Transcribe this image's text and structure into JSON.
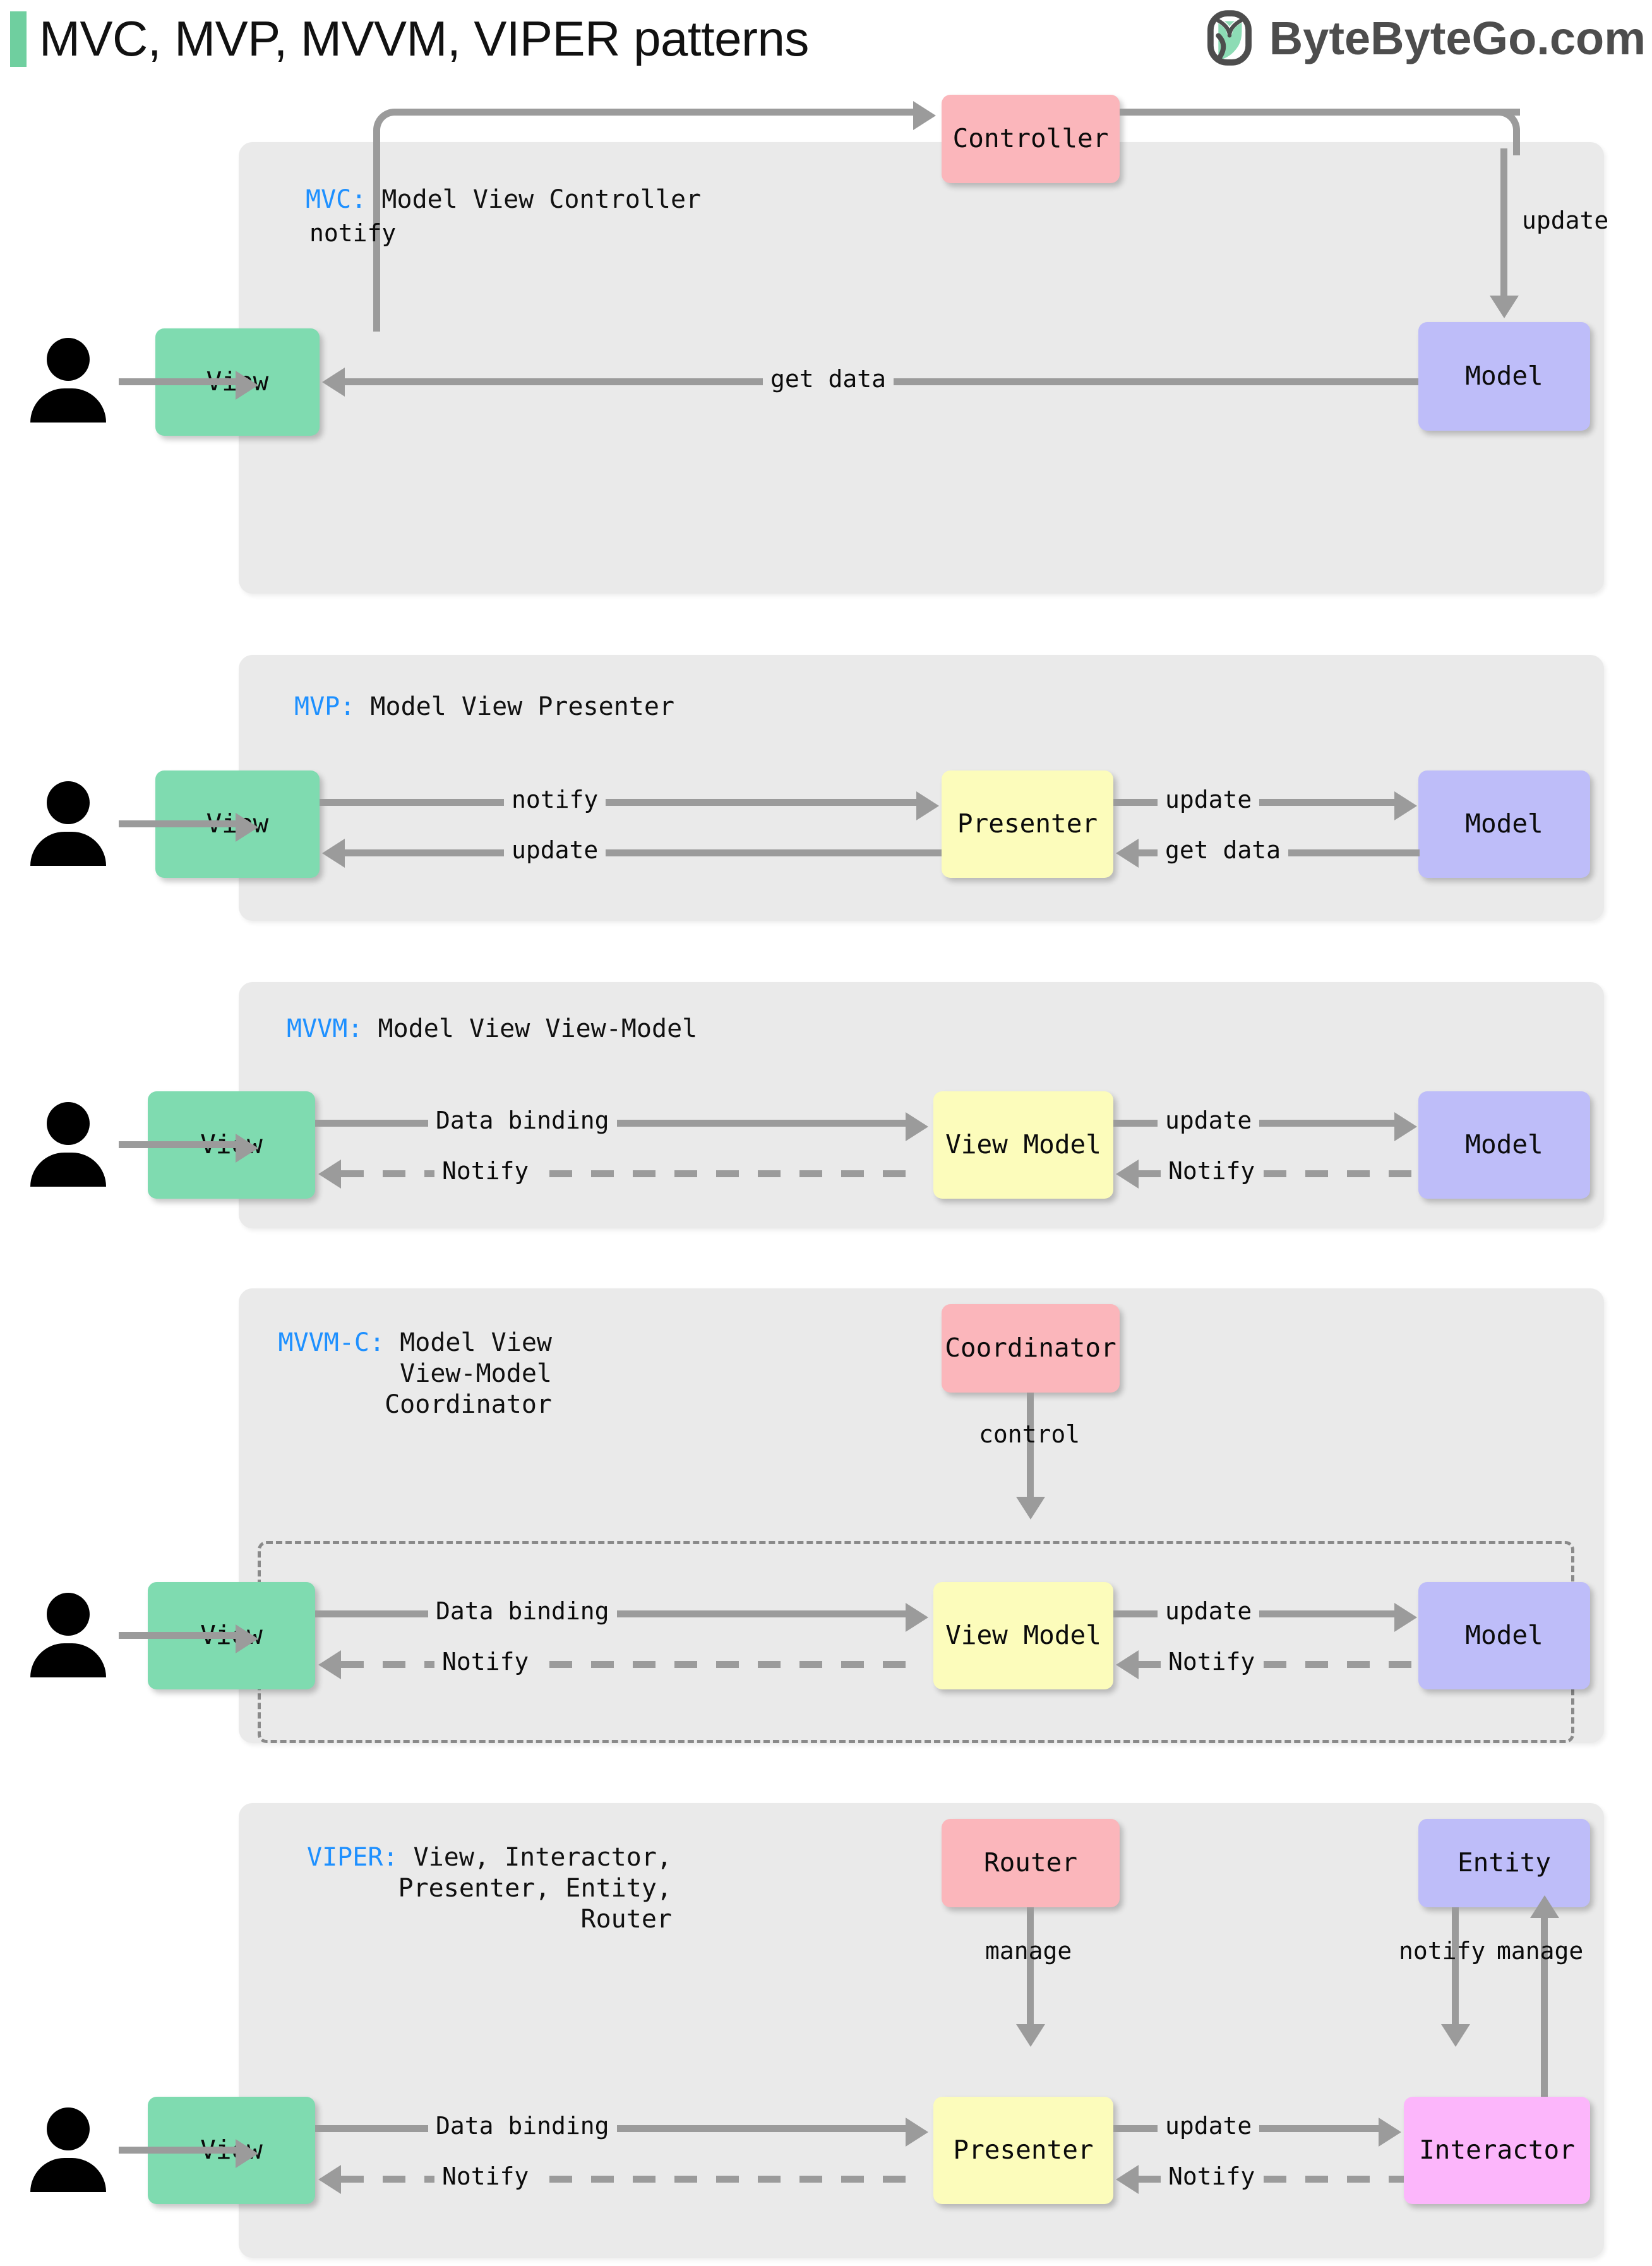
{
  "header": {
    "title": "MVC, MVP, MVVM, VIPER patterns",
    "brand_text": "ByteByteGo.com",
    "brand_logo_icon": "bytebytego-leaf-logo-icon",
    "accent_color": "#6fcf9f"
  },
  "colors": {
    "panel_bg": "#eaeaea",
    "view": "#7fdbb0",
    "model": "#bebdf9",
    "controller": "#fbb6bb",
    "presenter": "#fcfcbb",
    "interactor": "#fcb6fb",
    "connector": "#9b9b9b",
    "key_text": "#1e90ff"
  },
  "sections": [
    {
      "id": "mvc",
      "key": "MVC:",
      "title": " Model View Controller",
      "actor_icon": "person-icon",
      "nodes": [
        {
          "name": "view",
          "label": "View"
        },
        {
          "name": "controller",
          "label": "Controller"
        },
        {
          "name": "model",
          "label": "Model"
        }
      ],
      "edges": [
        {
          "from": "view",
          "to": "controller",
          "label": "notify",
          "style": "solid"
        },
        {
          "from": "controller",
          "to": "model",
          "label": "update",
          "style": "solid"
        },
        {
          "from": "model",
          "to": "view",
          "label": "get data",
          "style": "solid"
        }
      ]
    },
    {
      "id": "mvp",
      "key": "MVP:",
      "title": " Model View Presenter",
      "actor_icon": "person-icon",
      "nodes": [
        {
          "name": "view",
          "label": "View"
        },
        {
          "name": "presenter",
          "label": "Presenter"
        },
        {
          "name": "model",
          "label": "Model"
        }
      ],
      "edges": [
        {
          "from": "view",
          "to": "presenter",
          "label": "notify",
          "style": "solid"
        },
        {
          "from": "presenter",
          "to": "model",
          "label": "update",
          "style": "solid"
        },
        {
          "from": "presenter",
          "to": "view",
          "label": "update",
          "style": "solid"
        },
        {
          "from": "model",
          "to": "presenter",
          "label": "get data",
          "style": "solid"
        }
      ]
    },
    {
      "id": "mvvm",
      "key": "MVVM:",
      "title": " Model View View-Model",
      "actor_icon": "person-icon",
      "nodes": [
        {
          "name": "view",
          "label": "View"
        },
        {
          "name": "viewmodel",
          "label": "View Model"
        },
        {
          "name": "model",
          "label": "Model"
        }
      ],
      "edges": [
        {
          "from": "view",
          "to": "viewmodel",
          "label": "Data binding",
          "style": "solid"
        },
        {
          "from": "viewmodel",
          "to": "model",
          "label": "update",
          "style": "solid"
        },
        {
          "from": "viewmodel",
          "to": "view",
          "label": "Notify",
          "style": "dashed"
        },
        {
          "from": "model",
          "to": "viewmodel",
          "label": "Notify",
          "style": "dashed"
        }
      ]
    },
    {
      "id": "mvvmc",
      "key": "MVVM-C:",
      "title": " Model View\nView-Model\nCoordinator",
      "actor_icon": "person-icon",
      "nodes": [
        {
          "name": "coordinator",
          "label": "Coordinator"
        },
        {
          "name": "view",
          "label": "View"
        },
        {
          "name": "viewmodel",
          "label": "View Model"
        },
        {
          "name": "model",
          "label": "Model"
        }
      ],
      "edges": [
        {
          "from": "coordinator",
          "to": "viewmodel",
          "label": "control",
          "style": "solid"
        },
        {
          "from": "view",
          "to": "viewmodel",
          "label": "Data binding",
          "style": "solid"
        },
        {
          "from": "viewmodel",
          "to": "model",
          "label": "update",
          "style": "solid"
        },
        {
          "from": "viewmodel",
          "to": "view",
          "label": "Notify",
          "style": "dashed"
        },
        {
          "from": "model",
          "to": "viewmodel",
          "label": "Notify",
          "style": "dashed"
        }
      ]
    },
    {
      "id": "viper",
      "key": "VIPER:",
      "title": " View, Interactor,\nPresenter, Entity,\nRouter",
      "actor_icon": "person-icon",
      "nodes": [
        {
          "name": "router",
          "label": "Router"
        },
        {
          "name": "entity",
          "label": "Entity"
        },
        {
          "name": "view",
          "label": "View"
        },
        {
          "name": "presenter",
          "label": "Presenter"
        },
        {
          "name": "interactor",
          "label": "Interactor"
        }
      ],
      "edges": [
        {
          "from": "router",
          "to": "presenter",
          "label": "manage",
          "style": "solid"
        },
        {
          "from": "entity",
          "to": "interactor",
          "label": "notify",
          "style": "solid"
        },
        {
          "from": "interactor",
          "to": "entity",
          "label": "manage",
          "style": "solid"
        },
        {
          "from": "view",
          "to": "presenter",
          "label": "Data binding",
          "style": "solid"
        },
        {
          "from": "presenter",
          "to": "interactor",
          "label": "update",
          "style": "solid"
        },
        {
          "from": "presenter",
          "to": "view",
          "label": "Notify",
          "style": "dashed"
        },
        {
          "from": "interactor",
          "to": "presenter",
          "label": "Notify",
          "style": "dashed"
        }
      ]
    }
  ]
}
